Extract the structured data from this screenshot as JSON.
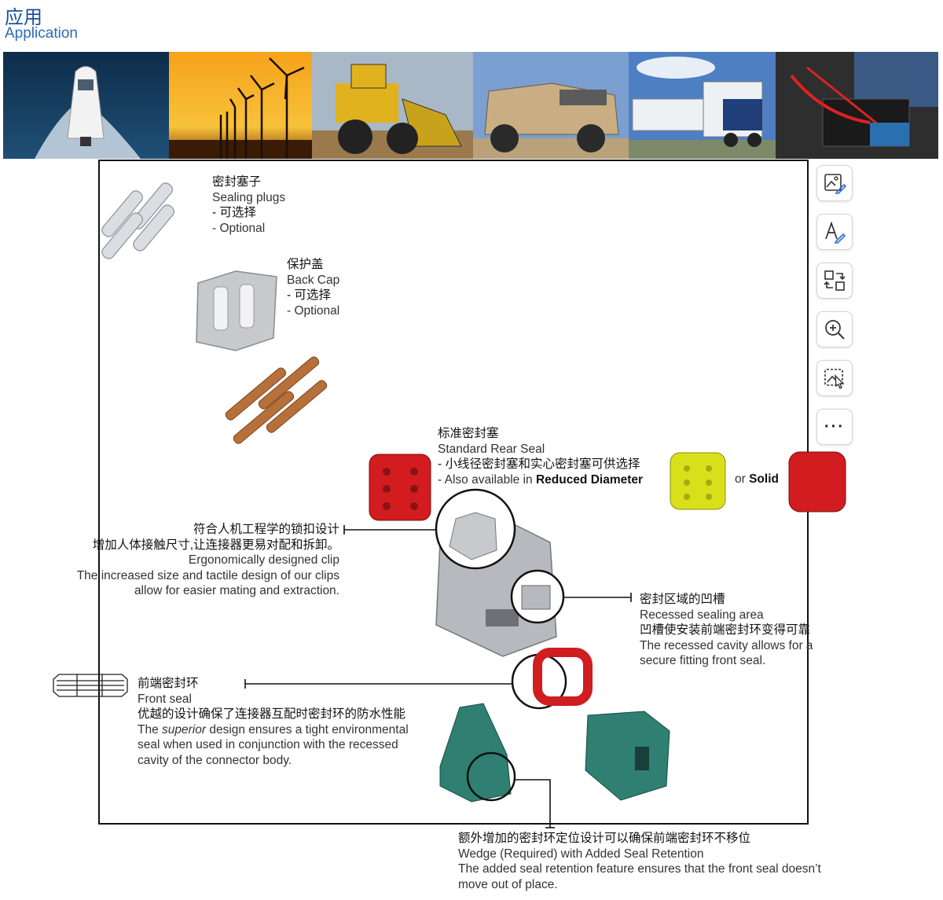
{
  "header": {
    "title_cn": "应用",
    "title_en": "Application"
  },
  "banner": {
    "photos": [
      {
        "name": "boat"
      },
      {
        "name": "wind-turbines"
      },
      {
        "name": "wheel-loader"
      },
      {
        "name": "armored-truck"
      },
      {
        "name": "semi-truck"
      },
      {
        "name": "car-battery-test"
      }
    ]
  },
  "labels": {
    "sealing_plugs": {
      "cn": "密封塞子",
      "en": "Sealing plugs",
      "opt_cn": "- 可选择",
      "opt_en": "- Optional"
    },
    "back_cap": {
      "cn": "保护盖",
      "en": "Back Cap",
      "opt_cn": "- 可选择",
      "opt_en": "- Optional"
    },
    "rear_seal": {
      "cn": "标准密封塞",
      "en": "Standard Rear Seal",
      "line_cn": "- 小线径密封塞和实心密封塞可供选择",
      "line_en_prefix": "- Also available in ",
      "line_en_bold": "Reduced Diameter",
      "or": "or ",
      "solid": "Solid"
    },
    "clip": {
      "cn1": "符合人机工程学的锁扣设计",
      "cn2": "增加人体接触尺寸,让连接器更易对配和拆卸。",
      "en1": "Ergonomically designed clip",
      "en2": "The increased size and tactile design of our clips",
      "en3": "allow for easier mating and extraction."
    },
    "recessed": {
      "cn1": "密封区域的凹槽",
      "en1": "Recessed sealing area",
      "cn2": "凹槽使安装前端密封环变得可靠",
      "en2": "The recessed cavity allows for a",
      "en3": "secure fitting front seal."
    },
    "front_seal": {
      "cn1": "前端密封环",
      "en1": "Front seal",
      "cn2": "优越的设计确保了连接器互配时密封环的防水性能",
      "en2_a": "The ",
      "en2_i": "superior",
      "en2_b": " design ensures a tight environmental",
      "en3": "seal when used in conjunction with the recessed",
      "en4": "cavity of the connector body."
    },
    "wedge": {
      "cn": "额外增加的密封环定位设计可以确保前端密封环不移位",
      "en1": "Wedge (Required) with Added Seal Retention",
      "en2": "The added seal retention feature ensures that the front seal doesn’t",
      "en3": "move out of place."
    }
  },
  "toolbar": [
    {
      "name": "image-edit-icon"
    },
    {
      "name": "text-edit-icon"
    },
    {
      "name": "convert-icon"
    },
    {
      "name": "zoom-in-icon"
    },
    {
      "name": "image-select-icon"
    },
    {
      "name": "more-icon",
      "label": "···"
    }
  ]
}
